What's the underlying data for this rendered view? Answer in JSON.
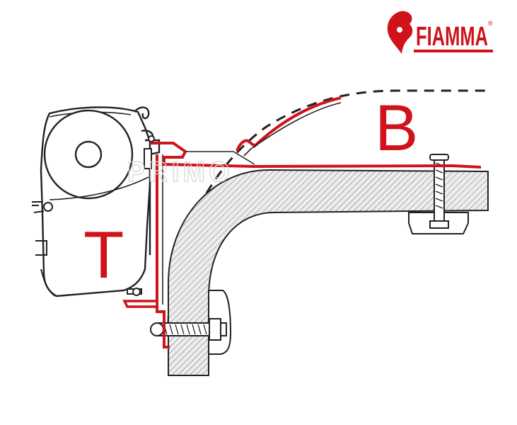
{
  "brand": {
    "name": "FIAMMA",
    "registered_mark": "®",
    "color": "#d0121b"
  },
  "labels": {
    "awning": "T",
    "bracket_profile": "B"
  },
  "watermark": "PRIMO",
  "colors": {
    "line": "#222222",
    "accent": "#d0121b",
    "hatch_fill": "#e9e9e9"
  }
}
